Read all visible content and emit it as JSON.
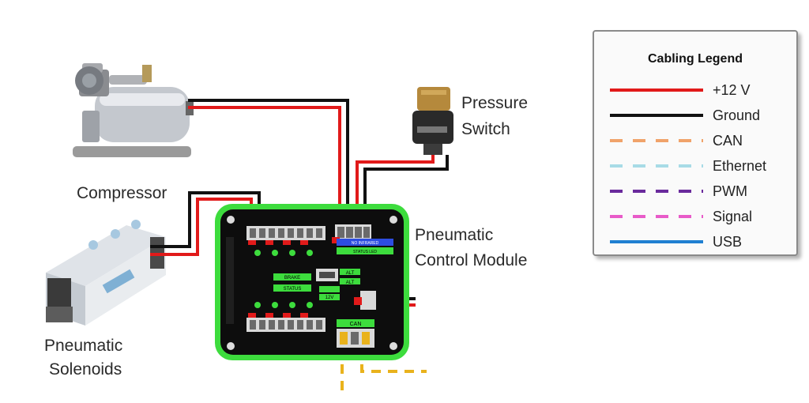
{
  "labels": {
    "compressor": "Compressor",
    "solenoids_line1": "Pneumatic",
    "solenoids_line2": "Solenoids",
    "switch_line1": "Pressure",
    "switch_line2": "Switch",
    "pcm_line1": "Pneumatic",
    "pcm_line2": "Control Module"
  },
  "board": {
    "can_label": "CAN",
    "badge_blue": "NO INFRARED",
    "badge_green": "STATUS LED",
    "tag_left_1": "BRAKE",
    "tag_left_2": "STATUS",
    "tag_right_1": "ALT",
    "tag_right_2": "ALT",
    "tag_right_3": "12V"
  },
  "legend": {
    "title": "Cabling Legend",
    "items": [
      {
        "label": "+12 V",
        "color": "#e11a1a",
        "style": "solid"
      },
      {
        "label": "Ground",
        "color": "#111111",
        "style": "solid"
      },
      {
        "label": "CAN",
        "color": "#f0a36a",
        "style": "dashed"
      },
      {
        "label": "Ethernet",
        "color": "#a8dbe6",
        "style": "dashed"
      },
      {
        "label": "PWM",
        "color": "#6a2a9c",
        "style": "dashed"
      },
      {
        "label": "Signal",
        "color": "#e85bc9",
        "style": "dashed"
      },
      {
        "label": "USB",
        "color": "#1f7fd1",
        "style": "solid"
      }
    ]
  },
  "colors": {
    "power": "#e11a1a",
    "ground": "#111111",
    "can_bus": "#e9b21c",
    "board_glow": "#3ddc3d"
  }
}
